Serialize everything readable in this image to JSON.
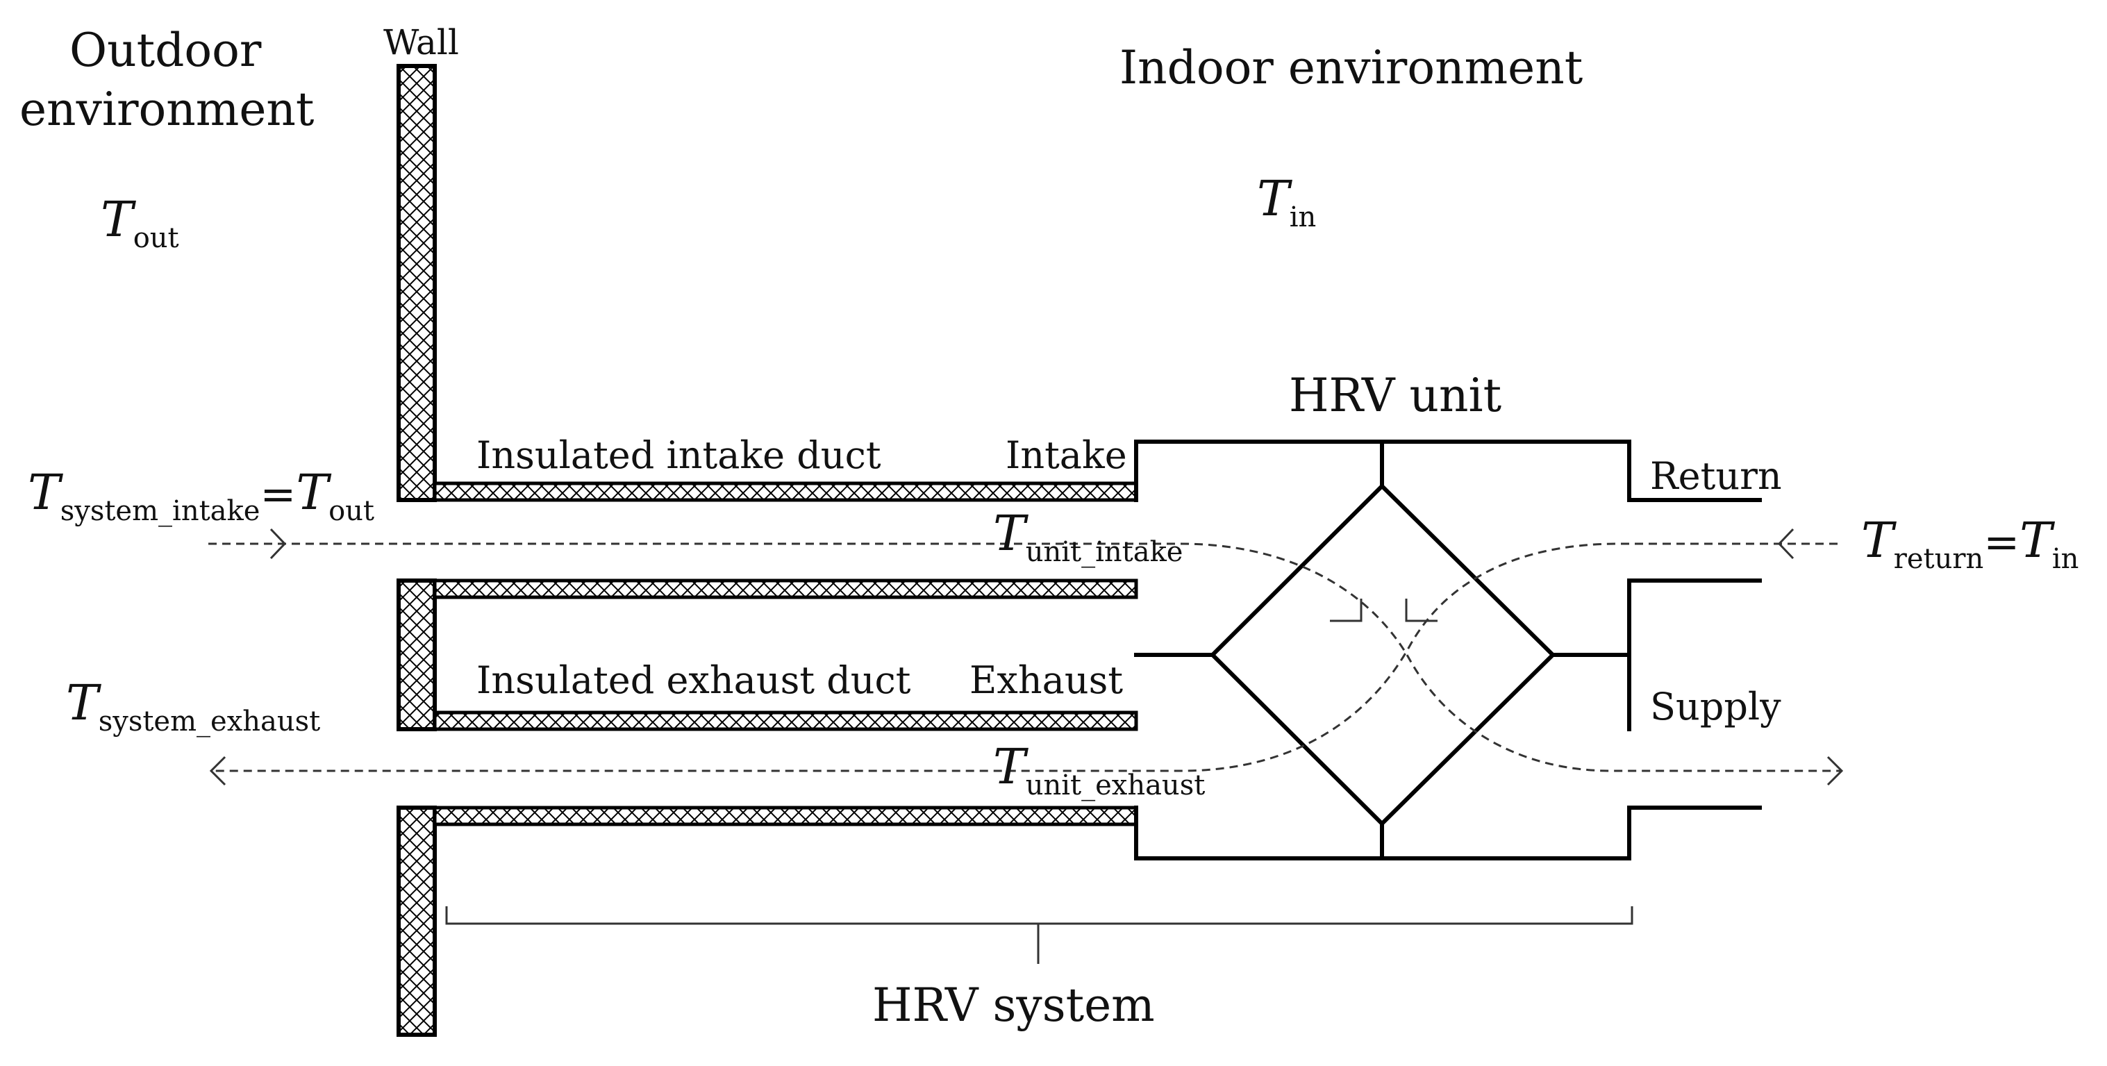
{
  "labels": {
    "outdoor_line1": "Outdoor",
    "outdoor_line2": "environment",
    "wall": "Wall",
    "indoor": "Indoor environment",
    "hrv_unit": "HRV unit",
    "hrv_system": "HRV system",
    "insulated_intake_duct": "Insulated intake duct",
    "insulated_exhaust_duct": "Insulated exhaust duct",
    "intake": "Intake",
    "exhaust": "Exhaust",
    "return": "Return",
    "supply": "Supply"
  },
  "symbols": {
    "t": "T",
    "eq": "=",
    "out": "out",
    "in": "in",
    "system_intake": "system_intake",
    "system_exhaust": "system_exhaust",
    "unit_intake": "unit_intake",
    "unit_exhaust": "unit_exhaust",
    "return": "return"
  }
}
